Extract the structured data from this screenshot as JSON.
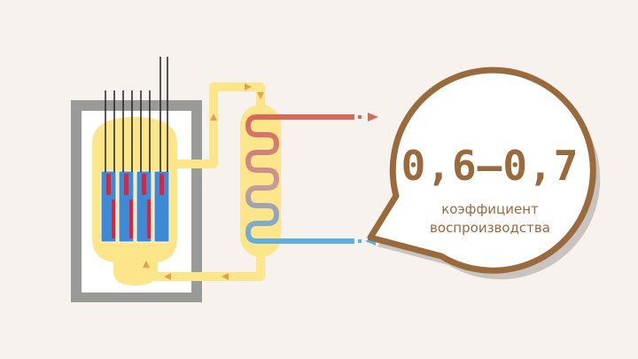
{
  "colors": {
    "background": "#f7f2ee",
    "containment": "#9a9a98",
    "coolant_yellow": "#fde58a",
    "fuel_blue": "#3f8ad6",
    "control_rod_red": "#d7263d",
    "hot_pipe": "#d9675a",
    "cold_pipe": "#5fb0e0",
    "bubble_border": "#9a6a3c",
    "flow_arrow": "#e0a24a"
  },
  "bubble": {
    "value": "0,6–0,7",
    "caption_line1": "коэффициент",
    "caption_line2": "воспроизводства"
  },
  "icons": {
    "reactor": "reactor-vessel-icon",
    "exchanger": "heat-exchanger-icon",
    "arrow_out": "arrow-right-icon",
    "arrow_in": "arrow-left-icon"
  }
}
